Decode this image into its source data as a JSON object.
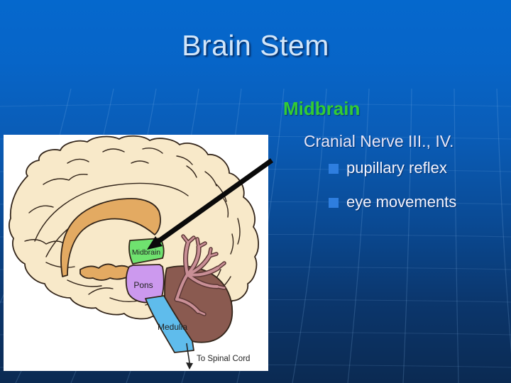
{
  "slide": {
    "title": "Brain Stem",
    "heading": "Midbrain",
    "subheading": "Cranial Nerve III., IV.",
    "bullets": [
      {
        "label": "pupillary reflex"
      },
      {
        "label": "eye movements"
      }
    ]
  },
  "diagram": {
    "labels": {
      "midbrain": "Midbrain",
      "pons": "Pons",
      "medulla": "Medulla",
      "spinal": "To Spinal Cord"
    },
    "colors": {
      "cortex": "#F8E9C9",
      "corpus_callosum": "#E3AA62",
      "midbrain": "#6FE26F",
      "pons": "#CC99EE",
      "medulla": "#5FBCEC",
      "cerebellum": "#8A5A50",
      "arbor_vitae": "#C98F96"
    }
  },
  "colors": {
    "background_top": "#0568CD",
    "background_bottom": "#0B2A52",
    "title_text": "#D2E6FA",
    "heading_green": "#33CC33",
    "body_text": "#E6E6F8",
    "bullet_square": "#2E7EDF",
    "grid_line": "#8FC0F0"
  }
}
